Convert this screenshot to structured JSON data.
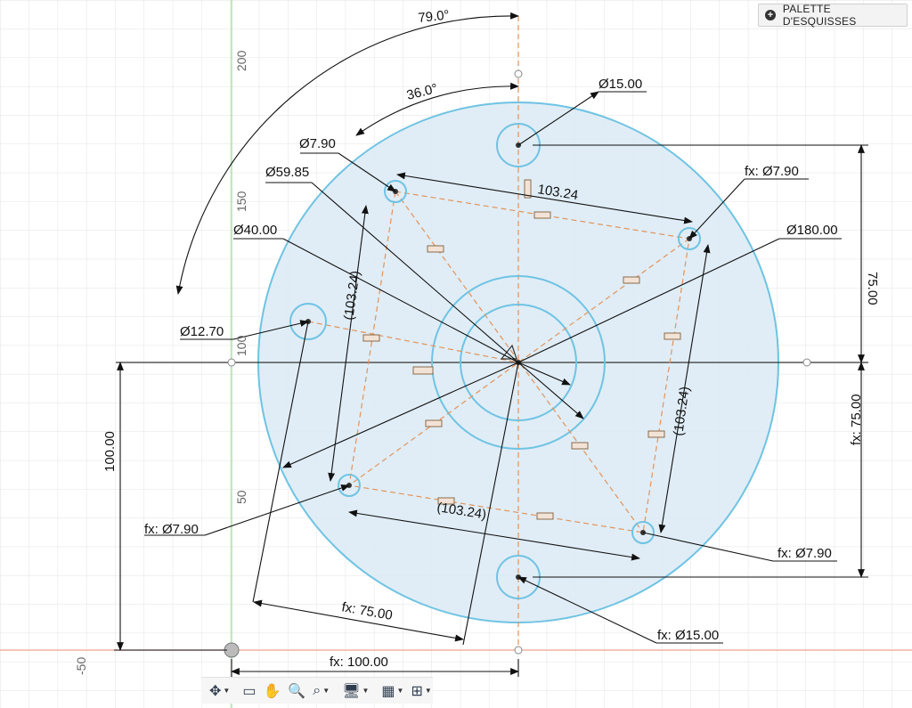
{
  "palette": {
    "label": "PALETTE D'ESQUISSES",
    "icon": "plus-circle-icon"
  },
  "axis_ticks": {
    "t200": "200",
    "t150": "150",
    "t100": "100",
    "t50": "50",
    "tm50": "-50"
  },
  "dimensions": {
    "angle_outer": "79.0°",
    "angle_inner": "36.0°",
    "d15_top": "Ø15.00",
    "d790_top": "Ø7.90",
    "d5985": "Ø59.85",
    "d4000": "Ø40.00",
    "d1270": "Ø12.70",
    "d180": "Ø180.00",
    "fx_d790_right": "fx: Ø7.90",
    "fx_d790_left": "fx: Ø7.90",
    "fx_d790_br": "fx: Ø7.90",
    "fx_d15_bottom": "fx: Ø15.00",
    "len_top": "103.24",
    "len_left": "(103.24)",
    "len_right": "(103.24)",
    "len_bottom": "(103.24)",
    "v_75_top": "75.00",
    "v_75_fx": "fx: 75.00",
    "v_100": "100.00",
    "fx_75_diag": "fx: 75.00",
    "fx_100": "fx: 100.00"
  },
  "toolbar": {
    "items": [
      {
        "name": "orbit-icon",
        "glyph": "✥",
        "caret": true
      },
      {
        "name": "look-at-icon",
        "glyph": "▭",
        "caret": false
      },
      {
        "name": "pan-icon",
        "glyph": "✋",
        "caret": false
      },
      {
        "name": "zoom-window-icon",
        "glyph": "🔍",
        "caret": false
      },
      {
        "name": "zoom-icon",
        "glyph": "⌕",
        "caret": true
      },
      {
        "name": "display-settings-icon",
        "glyph": "🖥",
        "caret": true
      },
      {
        "name": "grid-icon",
        "glyph": "▦",
        "caret": true
      },
      {
        "name": "viewports-icon",
        "glyph": "⊞",
        "caret": true
      }
    ]
  },
  "colors": {
    "fill": "#dbeaf5",
    "circle": "#6fc3e3",
    "construction": "#e2935a",
    "grid": "#e3e3e3",
    "x_axis": "#f2a28f",
    "y_axis": "#8fe08f"
  }
}
